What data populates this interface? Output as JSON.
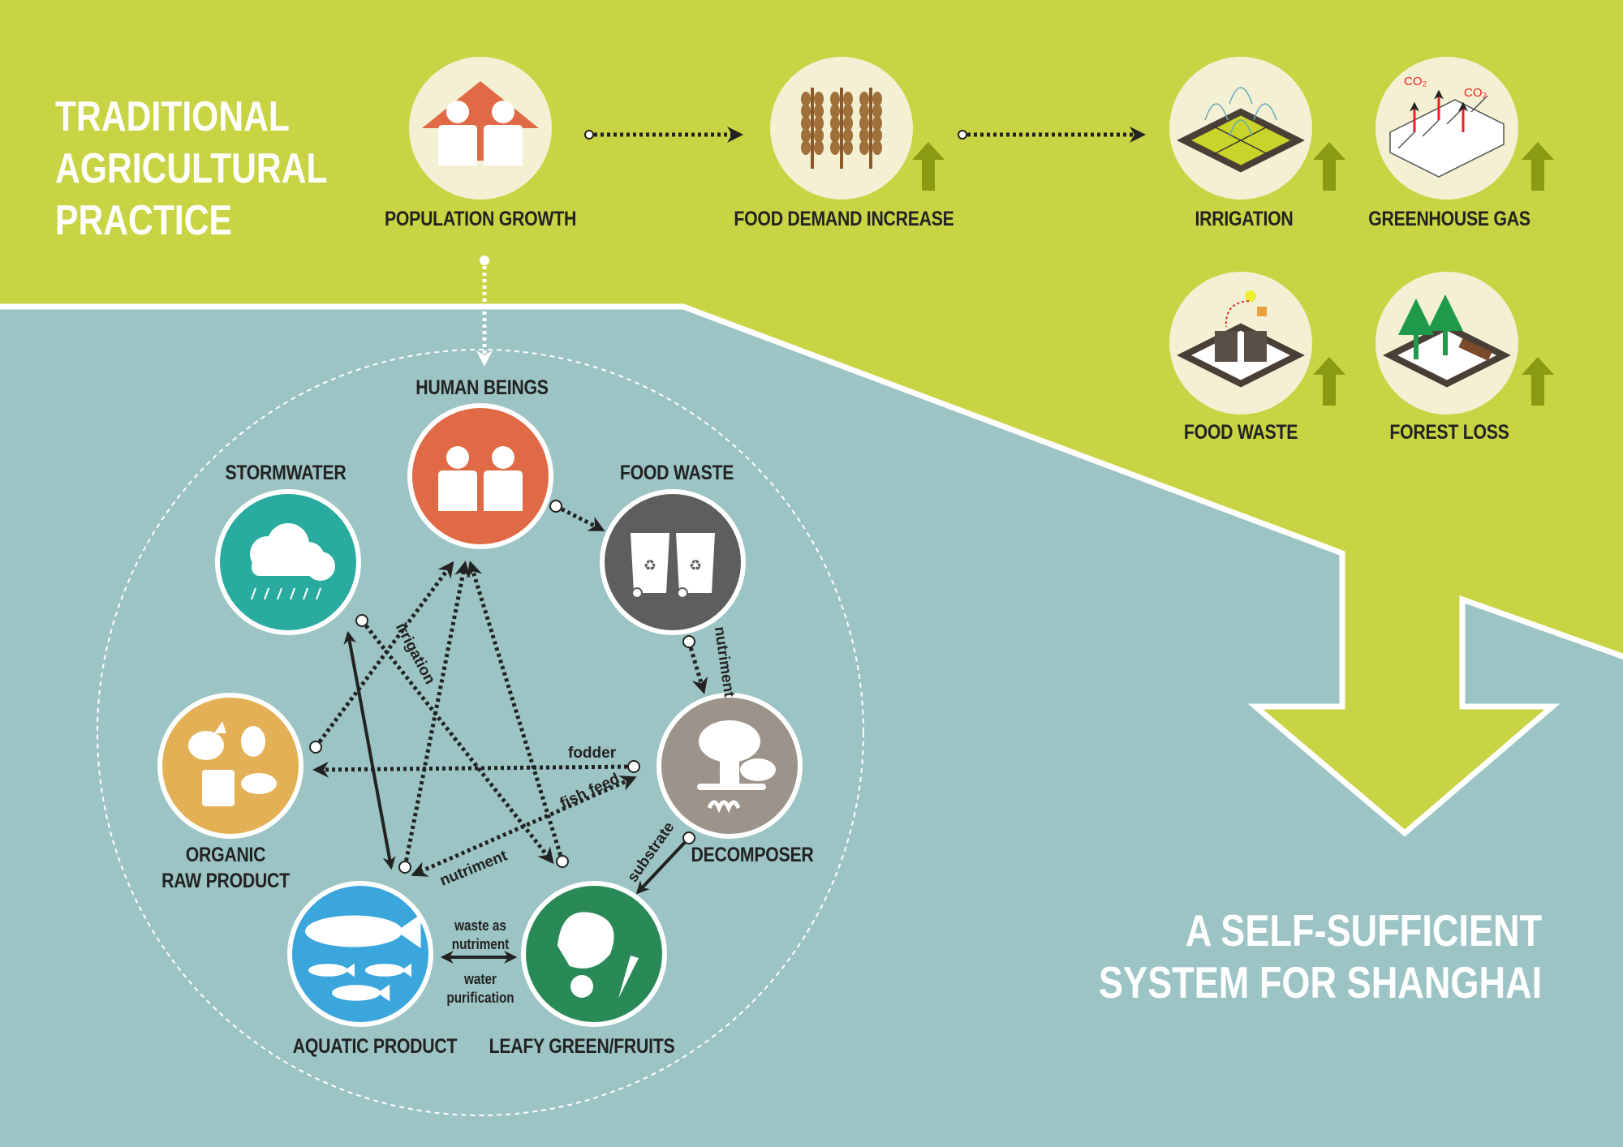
{
  "header": {
    "title_lines": [
      "TRADITIONAL",
      "AGRICULTURAL",
      "PRACTICE"
    ]
  },
  "traditional": {
    "population_growth": "POPULATION GROWTH",
    "food_demand_increase": "FOOD DEMAND INCREASE",
    "irrigation": "IRRIGATION",
    "greenhouse_gas": "GREENHOUSE GAS",
    "food_waste": "FOOD WASTE",
    "forest_loss": "FOREST LOSS",
    "co2": "CO₂"
  },
  "cycle": {
    "human_beings": "HUMAN BEINGS",
    "stormwater": "STORMWATER",
    "food_waste": "FOOD WASTE",
    "organic_raw_product": [
      "ORGANIC",
      "RAW PRODUCT"
    ],
    "decomposer": "DECOMPOSER",
    "aquatic_product": "AQUATIC PRODUCT",
    "leafy_green_fruits": "LEAFY GREEN/FRUITS",
    "flows": {
      "irrigation": "irrigation",
      "nutriment_top": "nutriment",
      "fodder": "fodder",
      "fish_feed": "fish feed",
      "nutriment_bottom": "nutriment",
      "substrate": "substrate",
      "waste_as_nutriment": [
        "waste as",
        "nutriment"
      ],
      "water_purification": [
        "water",
        "purification"
      ]
    }
  },
  "footer": {
    "title_lines": [
      "A SELF-SUFFICIENT",
      "SYSTEM FOR SHANGHAI"
    ]
  },
  "colors": {
    "green": "#c8d444",
    "teal": "#9dc4c4",
    "olive": "#8a9a12",
    "human": "#e06a45",
    "stormwater": "#2aaba0",
    "foodwaste": "#5e5e5e",
    "organic": "#e3b055",
    "decomposer": "#9c948a",
    "aquatic": "#3aa6dc",
    "leafy": "#2a8a57"
  }
}
